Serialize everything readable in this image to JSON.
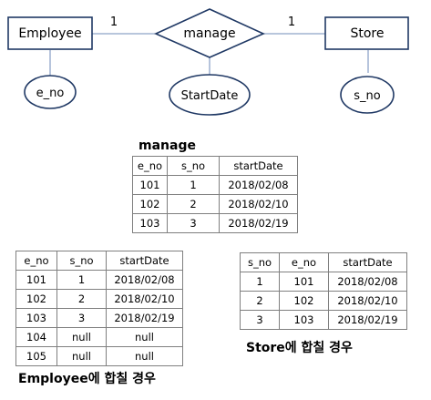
{
  "er_diagram": {
    "entity_left": "Employee",
    "relationship": "manage",
    "entity_right": "Store",
    "cardinality_left": "1",
    "cardinality_right": "1",
    "attr_left": "e_no",
    "attr_relationship": "StartDate",
    "attr_right": "s_no",
    "colors": {
      "stroke": "#1f3864",
      "line": "#8ea3c8"
    }
  },
  "manage_table": {
    "caption": "manage",
    "headers": [
      "e_no",
      "s_no",
      "startDate"
    ],
    "rows": [
      [
        "101",
        "1",
        "2018/02/08"
      ],
      [
        "102",
        "2",
        "2018/02/10"
      ],
      [
        "103",
        "3",
        "2018/02/19"
      ]
    ]
  },
  "employee_table": {
    "caption": "Employee에 합칠 경우",
    "headers": [
      "e_no",
      "s_no",
      "startDate"
    ],
    "rows": [
      [
        "101",
        "1",
        "2018/02/08"
      ],
      [
        "102",
        "2",
        "2018/02/10"
      ],
      [
        "103",
        "3",
        "2018/02/19"
      ],
      [
        "104",
        "null",
        "null"
      ],
      [
        "105",
        "null",
        "null"
      ]
    ]
  },
  "store_table": {
    "caption": "Store에 합칠 경우",
    "headers": [
      "s_no",
      "e_no",
      "startDate"
    ],
    "rows": [
      [
        "1",
        "101",
        "2018/02/08"
      ],
      [
        "2",
        "102",
        "2018/02/10"
      ],
      [
        "3",
        "103",
        "2018/02/19"
      ]
    ]
  }
}
